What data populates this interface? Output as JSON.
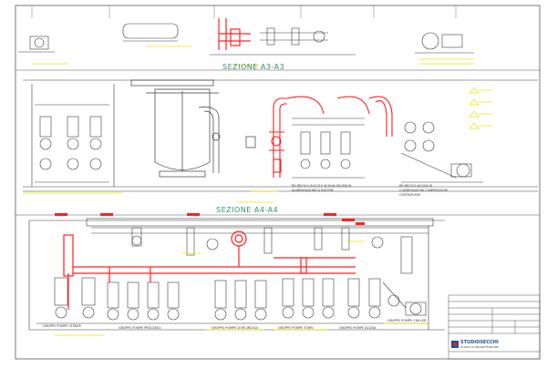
{
  "colors": {
    "ink": "#3a3a3a",
    "red": "#ff2020",
    "yellow": "#e6e600",
    "section_title": "#2f8f6f",
    "logo_blue": "#1f4e9c",
    "logo_red": "#d8262c"
  },
  "titles": {
    "section_a3": "SEZIONE A3-A3",
    "section_a4": "SEZIONE A4-A4"
  },
  "labels": {
    "recirc_1": "RICIRCOLO GLICOLE ACQUA GELIDA DI",
    "recirc_1b": "ALIMENTAZIONE A PIASTRE",
    "recirc_2": "RICIRCOLO ACQUA DI",
    "recirc_2b": "CONDENSATORI COMPRESSORI",
    "recirc_2c": "CENTRIFUGHI",
    "pump_group_1": "GRUPPO POMPE UTENZE",
    "pump_group_2": "GRUPPO POMPE PROCESSO",
    "pump_group_3": "GRUPPO POMPE DI RICIRCOLO",
    "pump_group_4": "GRUPPO POMPE TORRI",
    "pump_group_5": "GRUPPO POMPE ACQUA",
    "pump_group_6": "GRUPPO POMPE CHILLER"
  },
  "title_block": {
    "company": "STUDIOSECCHI",
    "company_sub": "STUDIO DI PROGETTAZIONE"
  },
  "icons": [
    "pump-icon",
    "valve-icon",
    "tank-icon",
    "elevation-marker-icon",
    "logo-icon"
  ]
}
